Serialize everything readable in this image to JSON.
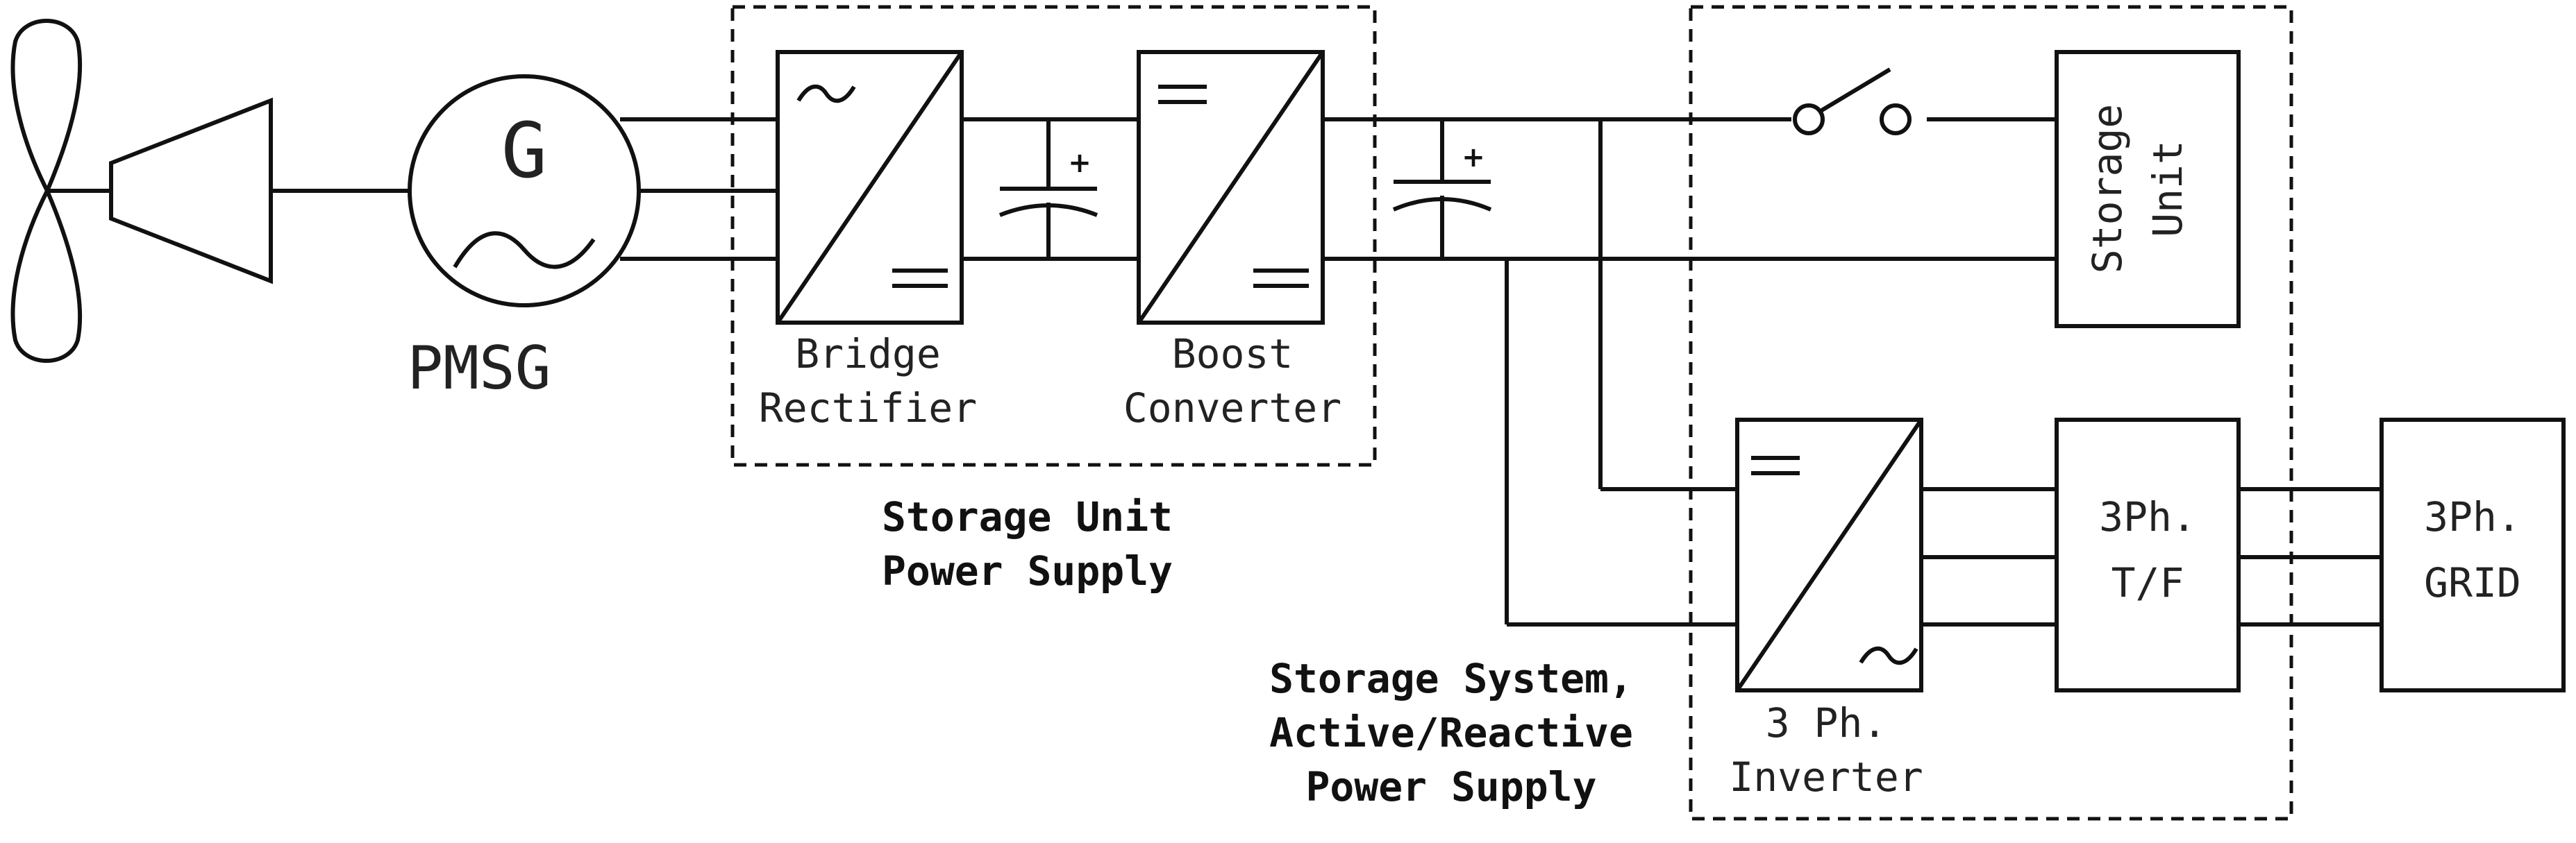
{
  "generator": {
    "symbol": "G",
    "label": "PMSG"
  },
  "rectifier": {
    "line1": "Bridge",
    "line2": "Rectifier",
    "ac_symbol": "~",
    "dc_symbol": "="
  },
  "boost": {
    "line1": "Boost",
    "line2": "Converter",
    "dc_symbol": "="
  },
  "inverter": {
    "line1": "3 Ph.",
    "line2": "Inverter",
    "ac_symbol": "~",
    "dc_symbol": "="
  },
  "storage_unit": {
    "line1": "Storage",
    "line2": "Unit"
  },
  "transformer": {
    "line1": "3Ph.",
    "line2": "T/F"
  },
  "grid": {
    "line1": "3Ph.",
    "line2": "GRID"
  },
  "capacitor_polarity": "+",
  "group_labels": {
    "storage_supply": {
      "line1": "Storage Unit",
      "line2": "Power Supply"
    },
    "storage_system": {
      "line1": "Storage System,",
      "line2": "Active/Reactive",
      "line3": "Power Supply"
    }
  }
}
